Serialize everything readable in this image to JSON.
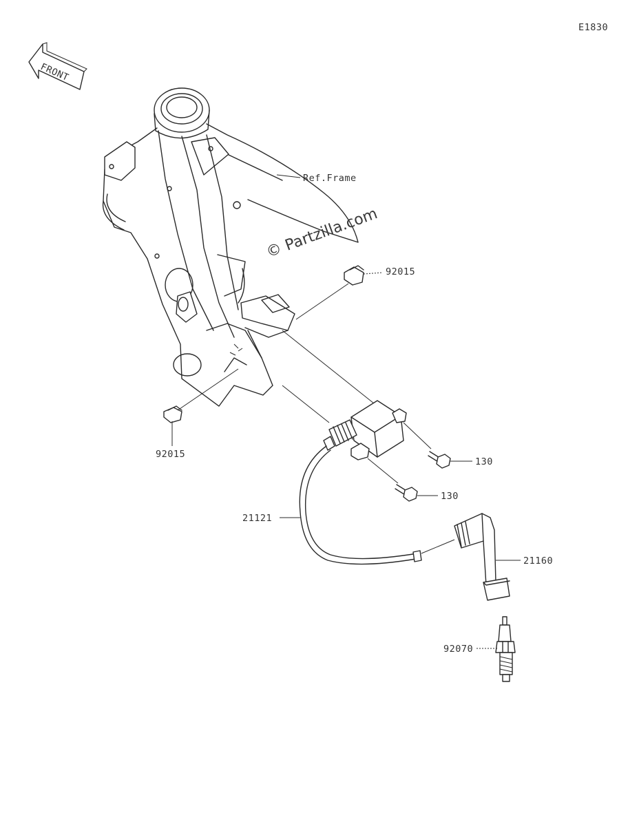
{
  "diagram_code": "E1830",
  "front_label": "FRONT",
  "watermark": "© Partzilla.com",
  "frame_ref": "Ref.Frame",
  "labels": {
    "clip_upper": "92015",
    "clip_lower": "92015",
    "bolt_upper": "130",
    "bolt_lower": "130",
    "lead_wire": "21121",
    "plug_cap": "21160",
    "spark_plug": "92070"
  },
  "icons": {
    "front_arrow": "front-arrow-icon"
  }
}
